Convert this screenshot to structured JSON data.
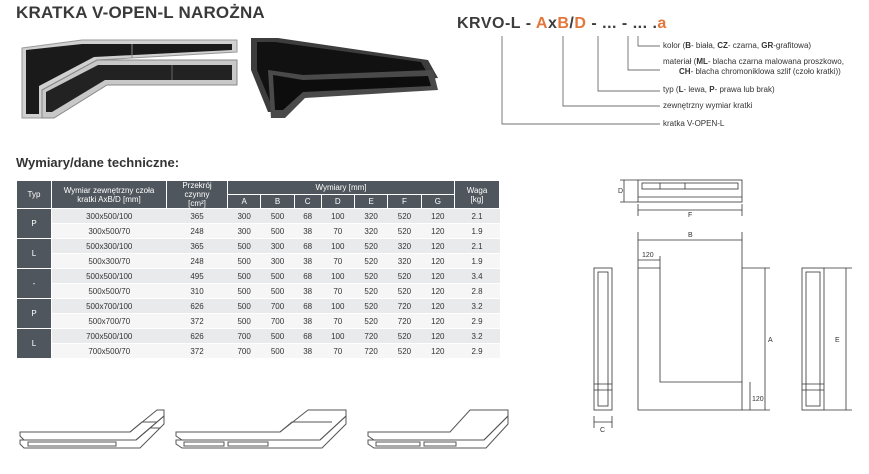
{
  "title": "KRATKA V-OPEN-L NAROŻNA",
  "code": {
    "p1": "KRVO-L - ",
    "a": "A",
    "x": "x",
    "b": "B",
    "slash": "/",
    "d": "D",
    "p2": " - ... - ... .",
    "col": "a"
  },
  "legend": {
    "kolor": {
      "pre": "kolor (",
      "b": "B",
      "t1": "- biała, ",
      "cz": "CZ",
      "t2": "- czarna, ",
      "gr": "GR",
      "t3": "-grafitowa)"
    },
    "material1": {
      "pre": "materiał (",
      "ml": "ML",
      "t1": "- blacha czarna malowana proszkowo,"
    },
    "material2": {
      "ch": "CH",
      "t1": "- blacha chromoniklowa szlif (czoło kratki))"
    },
    "typ": {
      "pre": "typ (",
      "l": "L",
      "t1": "- lewa, ",
      "p": "P",
      "t2": "- prawa lub brak)"
    },
    "zewn": "zewnętrzny wymiar kratki",
    "kratka": "kratka V-OPEN-L"
  },
  "subhead": "Wymiary/dane techniczne:",
  "table": {
    "h_typ": "Typ",
    "h_wymiar": "Wymiar zewnętrzny czoła kratki AxB/D [mm]",
    "h_przekroj1": "Przekrój czynny",
    "h_przekroj2": "[cm²]",
    "h_wymiary": "Wymiary [mm]",
    "h_waga1": "Waga",
    "h_waga2": "[kg]",
    "cols": [
      "A",
      "B",
      "C",
      "D",
      "E",
      "F",
      "G"
    ],
    "groups": [
      {
        "typ": "P",
        "rows": [
          [
            "300x500/100",
            "365",
            "300",
            "500",
            "68",
            "100",
            "320",
            "520",
            "120",
            "2.1"
          ],
          [
            "300x500/70",
            "248",
            "300",
            "500",
            "38",
            "70",
            "320",
            "520",
            "120",
            "1.9"
          ]
        ]
      },
      {
        "typ": "L",
        "rows": [
          [
            "500x300/100",
            "365",
            "500",
            "300",
            "68",
            "100",
            "520",
            "320",
            "120",
            "2.1"
          ],
          [
            "500x300/70",
            "248",
            "500",
            "300",
            "38",
            "70",
            "520",
            "320",
            "120",
            "1.9"
          ]
        ]
      },
      {
        "typ": "-",
        "rows": [
          [
            "500x500/100",
            "495",
            "500",
            "500",
            "68",
            "100",
            "520",
            "520",
            "120",
            "3.4"
          ],
          [
            "500x500/70",
            "310",
            "500",
            "500",
            "38",
            "70",
            "520",
            "520",
            "120",
            "2.8"
          ]
        ]
      },
      {
        "typ": "P",
        "rows": [
          [
            "500x700/100",
            "626",
            "500",
            "700",
            "68",
            "100",
            "520",
            "720",
            "120",
            "3.2"
          ],
          [
            "500x700/70",
            "372",
            "500",
            "700",
            "38",
            "70",
            "520",
            "720",
            "120",
            "2.9"
          ]
        ]
      },
      {
        "typ": "L",
        "rows": [
          [
            "700x500/100",
            "626",
            "700",
            "500",
            "68",
            "100",
            "720",
            "520",
            "120",
            "3.2"
          ],
          [
            "700x500/70",
            "372",
            "700",
            "500",
            "38",
            "70",
            "720",
            "520",
            "120",
            "2.9"
          ]
        ]
      }
    ]
  },
  "drawing": {
    "d": "D",
    "f": "F",
    "b": "B",
    "w120a": "120",
    "a": "A",
    "e": "E",
    "w120b": "120",
    "c": "C"
  },
  "colors": {
    "accent": "#e3773a",
    "header": "#4f565d",
    "row_odd": "#e9eaeb",
    "row_even": "#f6f6f6"
  }
}
